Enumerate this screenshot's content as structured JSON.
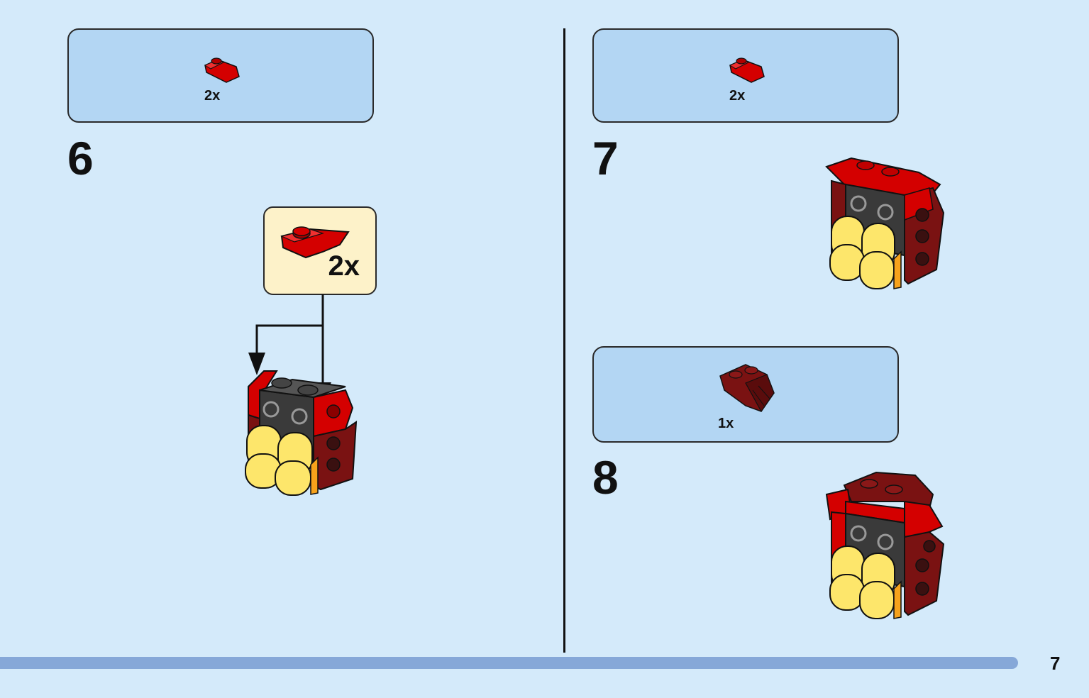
{
  "steps": [
    {
      "number": "6",
      "parts": [
        {
          "count": "2x",
          "icon": "red-curved-slope-plate-icon"
        }
      ],
      "callout": {
        "count": "2x",
        "icon": "red-curved-slope-plate-icon"
      }
    },
    {
      "number": "7",
      "parts": [
        {
          "count": "2x",
          "icon": "red-curved-slope-plate-icon"
        }
      ]
    },
    {
      "number": "8",
      "parts": [
        {
          "count": "1x",
          "icon": "dark-red-wing-plate-icon"
        }
      ]
    }
  ],
  "page": {
    "number": "7",
    "progress": 0.935
  },
  "colors": {
    "background": "#d4eafa",
    "parts_box": "#b3d6f3",
    "callout_box": "#fdf2c9",
    "red": "#d40000",
    "dark_red": "#7a1212",
    "black": "#3a3a3a",
    "yellow": "#fde66b",
    "progress_bar": "#86a8d8"
  }
}
